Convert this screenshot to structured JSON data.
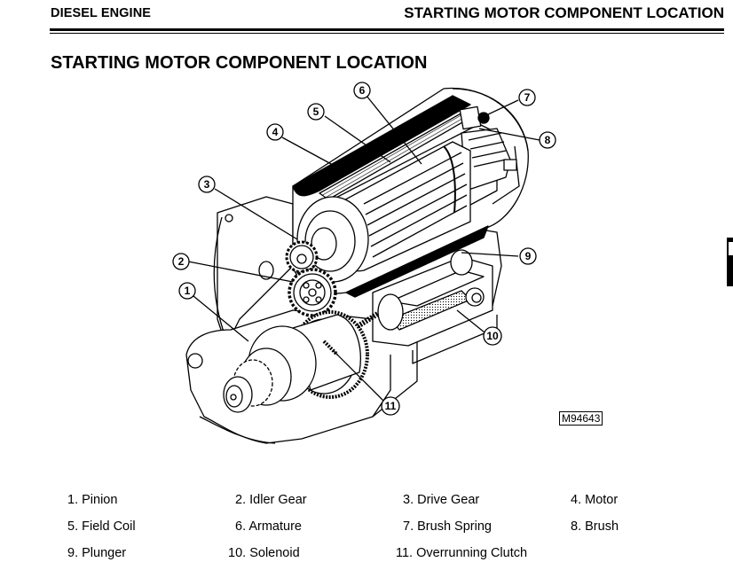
{
  "header": {
    "section": "DIESEL ENGINE",
    "topic": "STARTING MOTOR COMPONENT LOCATION"
  },
  "page_title": "STARTING MOTOR COMPONENT LOCATION",
  "figure": {
    "id": "M94643",
    "callouts": [
      "1",
      "2",
      "3",
      "4",
      "5",
      "6",
      "7",
      "8",
      "9",
      "10",
      "11"
    ]
  },
  "legend": [
    {
      "num": "1.",
      "label": "Pinion"
    },
    {
      "num": "2.",
      "label": "Idler Gear"
    },
    {
      "num": "3.",
      "label": "Drive Gear"
    },
    {
      "num": "4.",
      "label": "Motor"
    },
    {
      "num": "5.",
      "label": "Field Coil"
    },
    {
      "num": "6.",
      "label": "Armature"
    },
    {
      "num": "7.",
      "label": "Brush Spring"
    },
    {
      "num": "8.",
      "label": "Brush"
    },
    {
      "num": "9.",
      "label": "Plunger"
    },
    {
      "num": "10.",
      "label": "Solenoid"
    },
    {
      "num": "11.",
      "label": "Overrunning Clutch"
    }
  ]
}
